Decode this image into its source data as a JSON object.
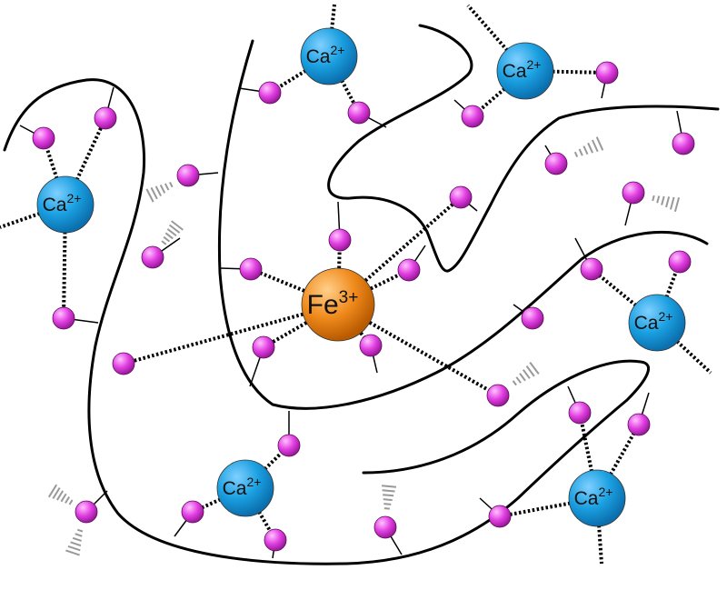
{
  "ions": {
    "calcium": {
      "symbol": "Ca",
      "charge": "2+",
      "color": "#1a9fe0",
      "highlight": "#7fd0ff"
    },
    "iron": {
      "symbol": "Fe",
      "charge": "3+",
      "color": "#f08a1c",
      "highlight": "#ffd08a"
    }
  },
  "oxygen": {
    "color": "#e23fe2",
    "highlight": "#ffc2ff"
  },
  "colors": {
    "chain": "#000000",
    "bond": "#000000"
  }
}
